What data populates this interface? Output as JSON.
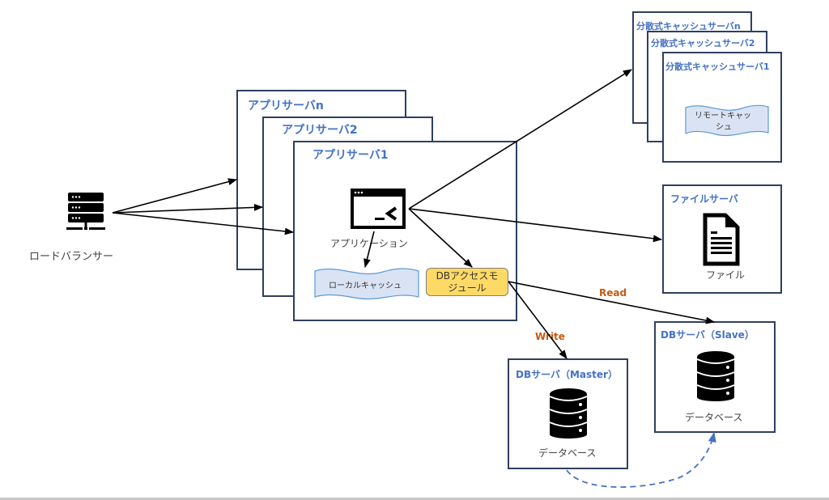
{
  "load_balancer": {
    "label": "ロードバランサー",
    "icon": "server-rack-icon"
  },
  "app_servers": [
    {
      "title": "アプリサーバn"
    },
    {
      "title": "アプリサーバ2"
    },
    {
      "title": "アプリサーバ1"
    }
  ],
  "application": {
    "label": "アプリケーション",
    "icon": "terminal-window-icon"
  },
  "local_cache": {
    "label": "ローカルキャッシュ"
  },
  "db_access_module": {
    "label_line1": "DBアクセスモ",
    "label_line2": "ジュール",
    "color": "#ffd966"
  },
  "cache_servers": [
    {
      "title": "分散式キャッシュサーバn"
    },
    {
      "title": "分散式キャッシュサーバ2"
    },
    {
      "title": "分散式キャッシュサーバ1"
    }
  ],
  "remote_cache": {
    "label_line1": "リモートキャッ",
    "label_line2": "シュ"
  },
  "file_server": {
    "title": "ファイルサーバ",
    "item_label": "ファイル",
    "icon": "document-icon"
  },
  "db_master": {
    "title": "DBサーバ（Master）",
    "item_label": "データベース",
    "icon": "database-icon"
  },
  "db_slave": {
    "title": "DBサーバ（Slave）",
    "item_label": "データベース",
    "icon": "database-icon"
  },
  "edges": {
    "read_label": "Read",
    "write_label": "Write"
  },
  "colors": {
    "title_blue": "#4472c4",
    "border_navy": "#2f3f5f",
    "edge_orange": "#c55a11",
    "cache_fill": "#dae3f3",
    "replication_blue": "#4472c4"
  }
}
